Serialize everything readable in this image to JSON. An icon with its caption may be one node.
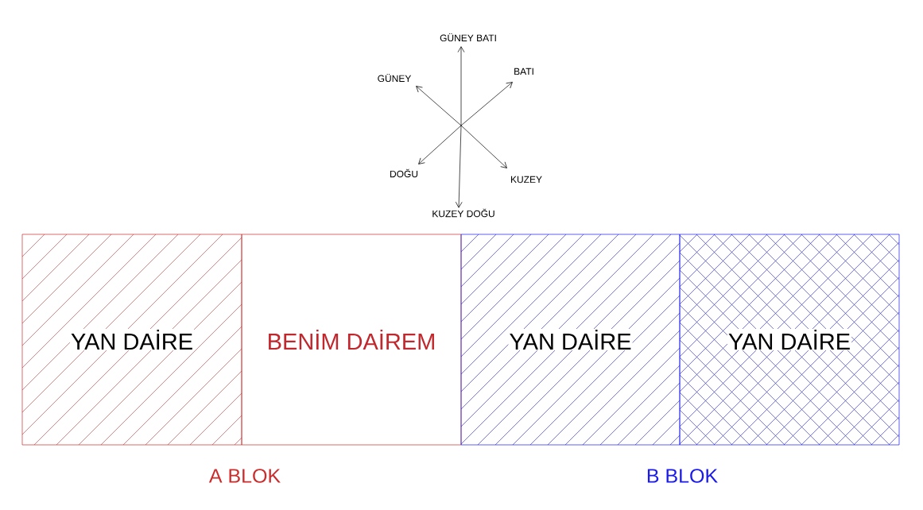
{
  "diagram": {
    "nodes": [
      {
        "text": [
          "YAN DAİRE"
        ]
      },
      {
        "text": [
          "BENİM DAİREM"
        ]
      },
      {
        "text": [
          "YAN DAİRE"
        ]
      },
      {
        "text": [
          "YAN DAİRE"
        ]
      }
    ],
    "edges": [],
    "labels": [
      "GÜNEY BATI",
      "BATI",
      "GÜNEY",
      "DOĞU",
      "KUZEY",
      "KUZEY DOĞU",
      "A BLOK",
      "B BLOK"
    ]
  }
}
